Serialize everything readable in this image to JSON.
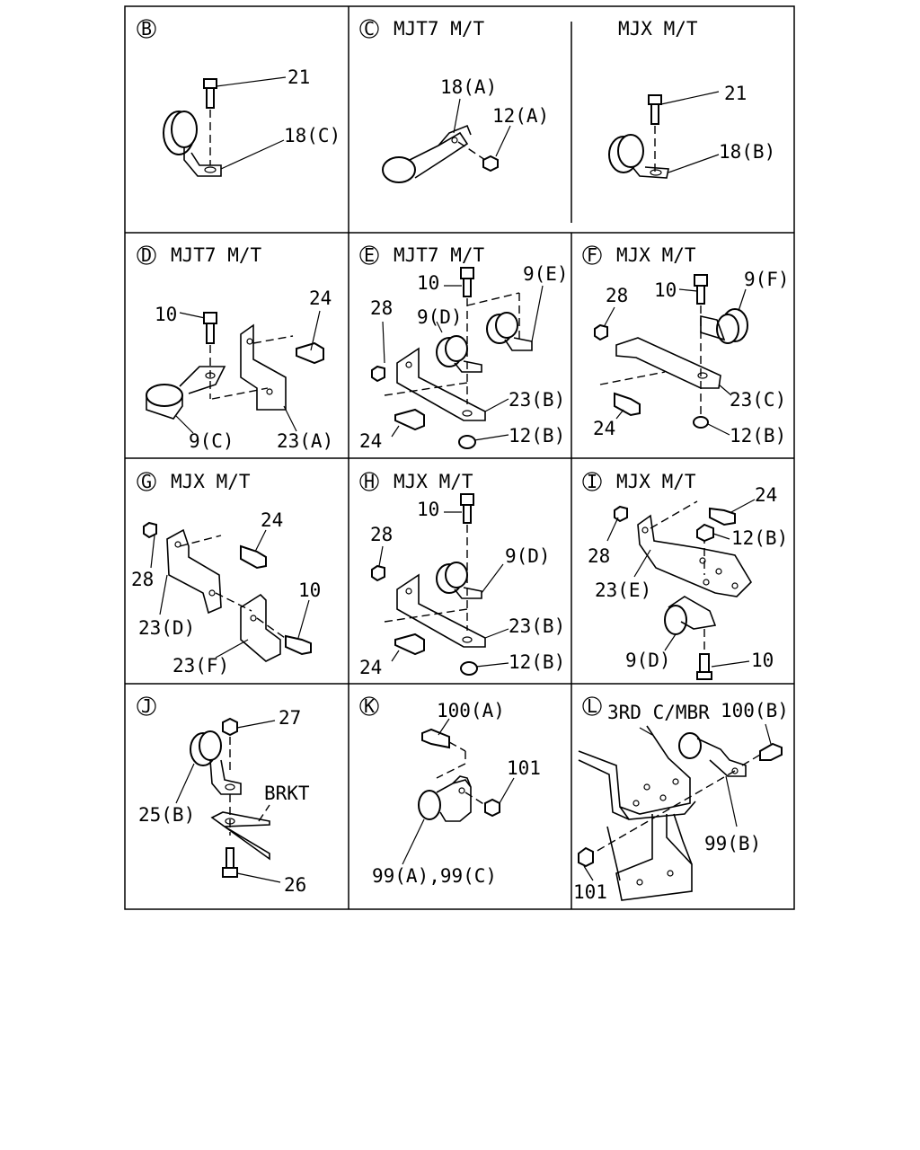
{
  "panels": {
    "B": {
      "letter": "B",
      "labels": [
        "21",
        "18(C)"
      ]
    },
    "C": {
      "letter": "C",
      "variant": "MJT7 M/T",
      "labels": [
        "18(A)",
        "12(A)"
      ],
      "alt_variant": "MJX M/T",
      "alt_labels": [
        "21",
        "18(B)"
      ]
    },
    "D": {
      "letter": "D",
      "variant": "MJT7 M/T",
      "labels": [
        "10",
        "24",
        "9(C)",
        "23(A)"
      ]
    },
    "E": {
      "letter": "E",
      "variant": "MJT7 M/T",
      "labels": [
        "10",
        "9(E)",
        "28",
        "9(D)",
        "23(B)",
        "24",
        "12(B)"
      ]
    },
    "F": {
      "letter": "F",
      "variant": "MJX M/T",
      "labels": [
        "28",
        "10",
        "9(F)",
        "23(C)",
        "24",
        "12(B)"
      ]
    },
    "G": {
      "letter": "G",
      "variant": "MJX M/T",
      "labels": [
        "24",
        "28",
        "10",
        "23(D)",
        "23(F)"
      ]
    },
    "H": {
      "letter": "H",
      "variant": "MJX M/T",
      "labels": [
        "10",
        "28",
        "9(D)",
        "23(B)",
        "24",
        "12(B)"
      ]
    },
    "I": {
      "letter": "I",
      "variant": "MJX M/T",
      "labels": [
        "24",
        "28",
        "12(B)",
        "23(E)",
        "9(D)",
        "10"
      ]
    },
    "J": {
      "letter": "J",
      "labels": [
        "27",
        "BRKT",
        "25(B)",
        "26"
      ]
    },
    "K": {
      "letter": "K",
      "labels": [
        "100(A)",
        "101",
        "99(A),99(C)"
      ]
    },
    "L": {
      "letter": "L",
      "note": "3RD C/MBR",
      "labels": [
        "100(B)",
        "99(B)",
        "101"
      ]
    }
  }
}
